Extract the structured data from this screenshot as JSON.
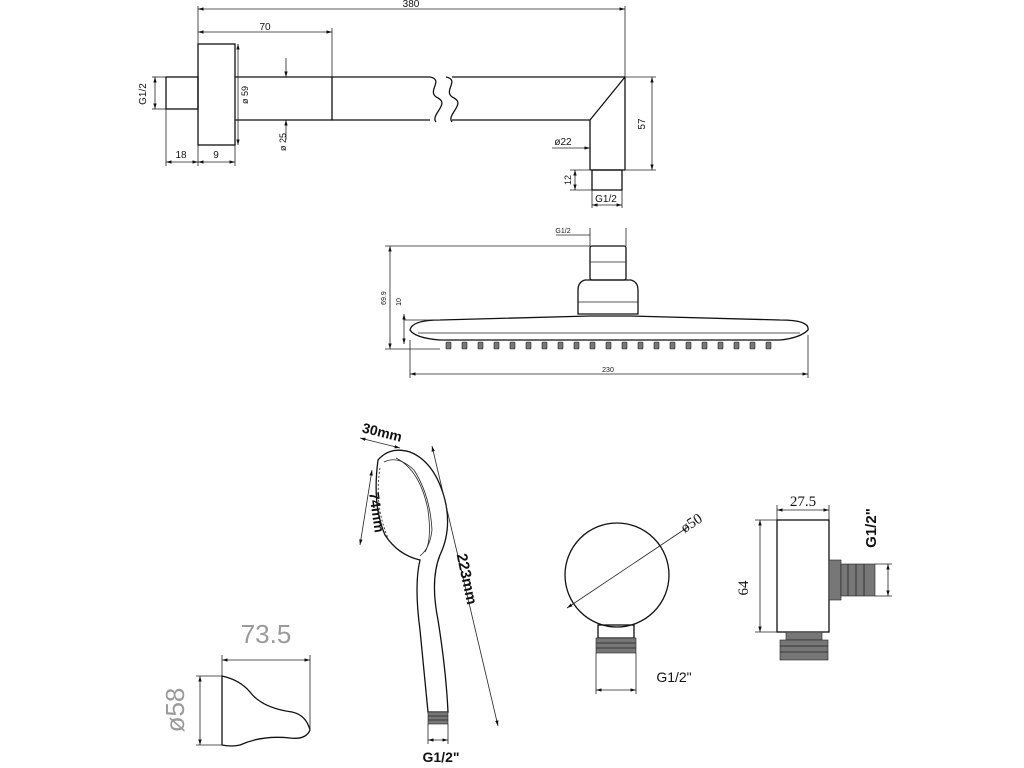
{
  "arm": {
    "d380": "380",
    "d70": "70",
    "g12_left": "G1/2",
    "dia59": "ø 59",
    "dia25": "ø 25",
    "d18": "18",
    "d9": "9",
    "d57": "57",
    "dia22": "ø22",
    "d12": "12",
    "g12_bottom": "G1/2"
  },
  "head": {
    "g12_top": "G1/2",
    "h69": "69.9",
    "h10": "10",
    "w230": "230"
  },
  "handshower": {
    "d30": "30mm",
    "d74": "74mm",
    "d223": "223mm",
    "g12": "G1/2\""
  },
  "holder": {
    "d735": "73.5",
    "dia58": "ø58"
  },
  "outlet_round": {
    "dia50": "ø50",
    "g12": "G1/2\""
  },
  "outlet_square": {
    "d275": "27.5",
    "d64": "64",
    "g12": "G1/2\""
  }
}
